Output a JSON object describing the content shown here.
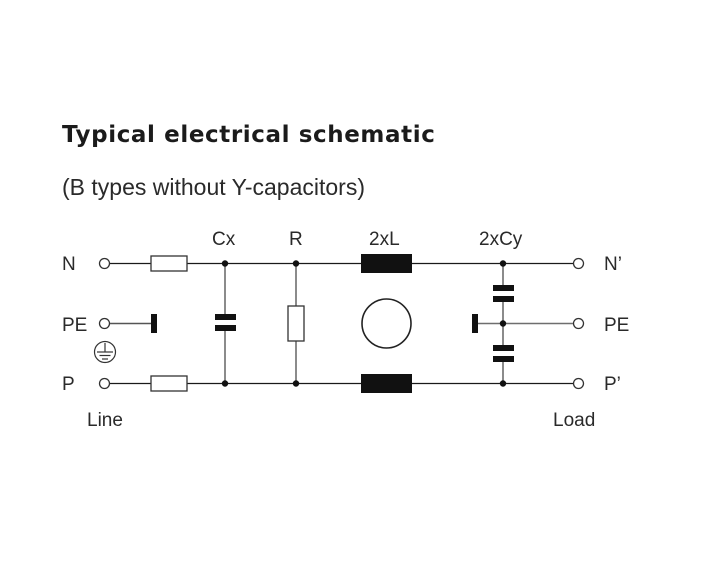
{
  "title": "Typical electrical schematic",
  "subtitle": "(B types without Y-capacitors)",
  "schematic": {
    "component_labels": {
      "cx": "Cx",
      "r": "R",
      "l": "2xL",
      "cy": "2xCy"
    },
    "line_terminals": {
      "n": "N",
      "pe": "PE",
      "p": "P",
      "side": "Line"
    },
    "load_terminals": {
      "n": "N’",
      "pe": "PE",
      "p": "P’",
      "side": "Load"
    },
    "colors": {
      "wire": "#1a1a1a",
      "branch": "#6e6e6e",
      "background": "#ffffff"
    }
  }
}
